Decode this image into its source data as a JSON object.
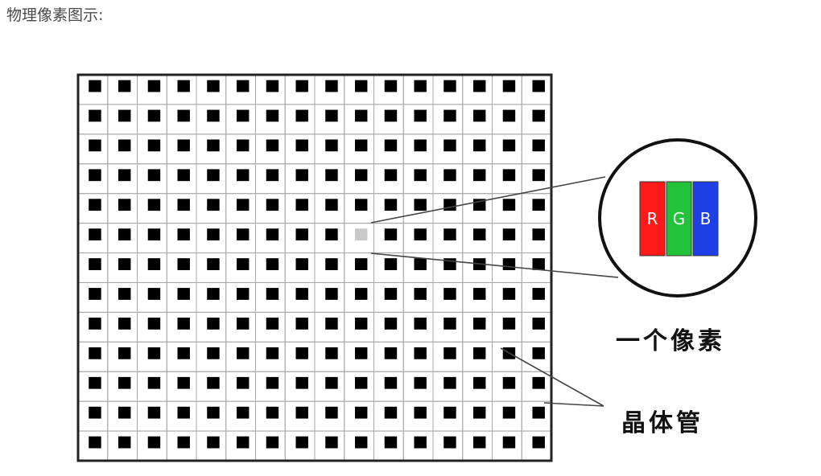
{
  "heading": "物理像素图示:",
  "labels": {
    "pixel": "一个像素",
    "transistor": "晶体管"
  },
  "subpixels": [
    {
      "letter": "R",
      "color": "#ff1a1a"
    },
    {
      "letter": "G",
      "color": "#22c23a"
    },
    {
      "letter": "B",
      "color": "#1f3fe6"
    }
  ],
  "grid": {
    "rows": 13,
    "cols": 16
  },
  "colors": {
    "grid_line": "#a8a8a8",
    "transistor": "#000000",
    "highlight_pixel": "#c8c8c8",
    "frame": "#222222"
  }
}
